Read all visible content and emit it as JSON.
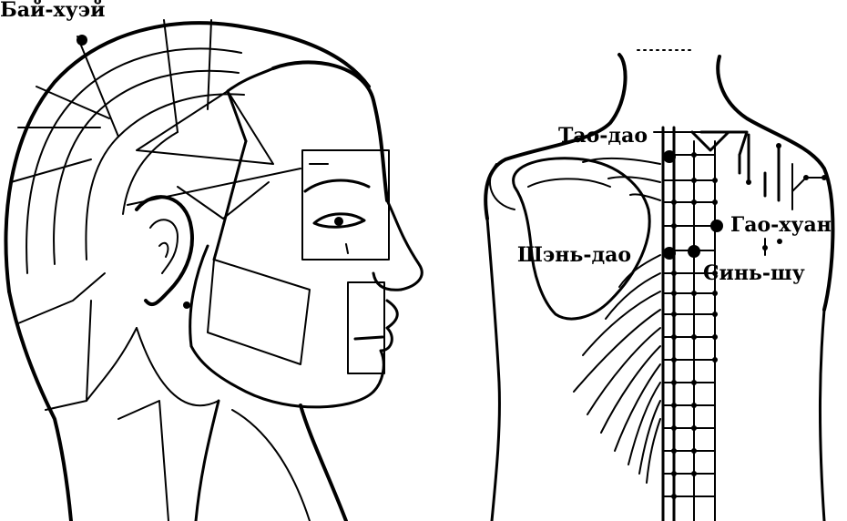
{
  "labels": {
    "bai_hui": "Бай-хуэй",
    "tao_dao": "Тао-дао",
    "gao_huan": "Гао-хуан",
    "shen_dao": "Шэнь-дао",
    "sin_shu": "Синь-шу"
  }
}
